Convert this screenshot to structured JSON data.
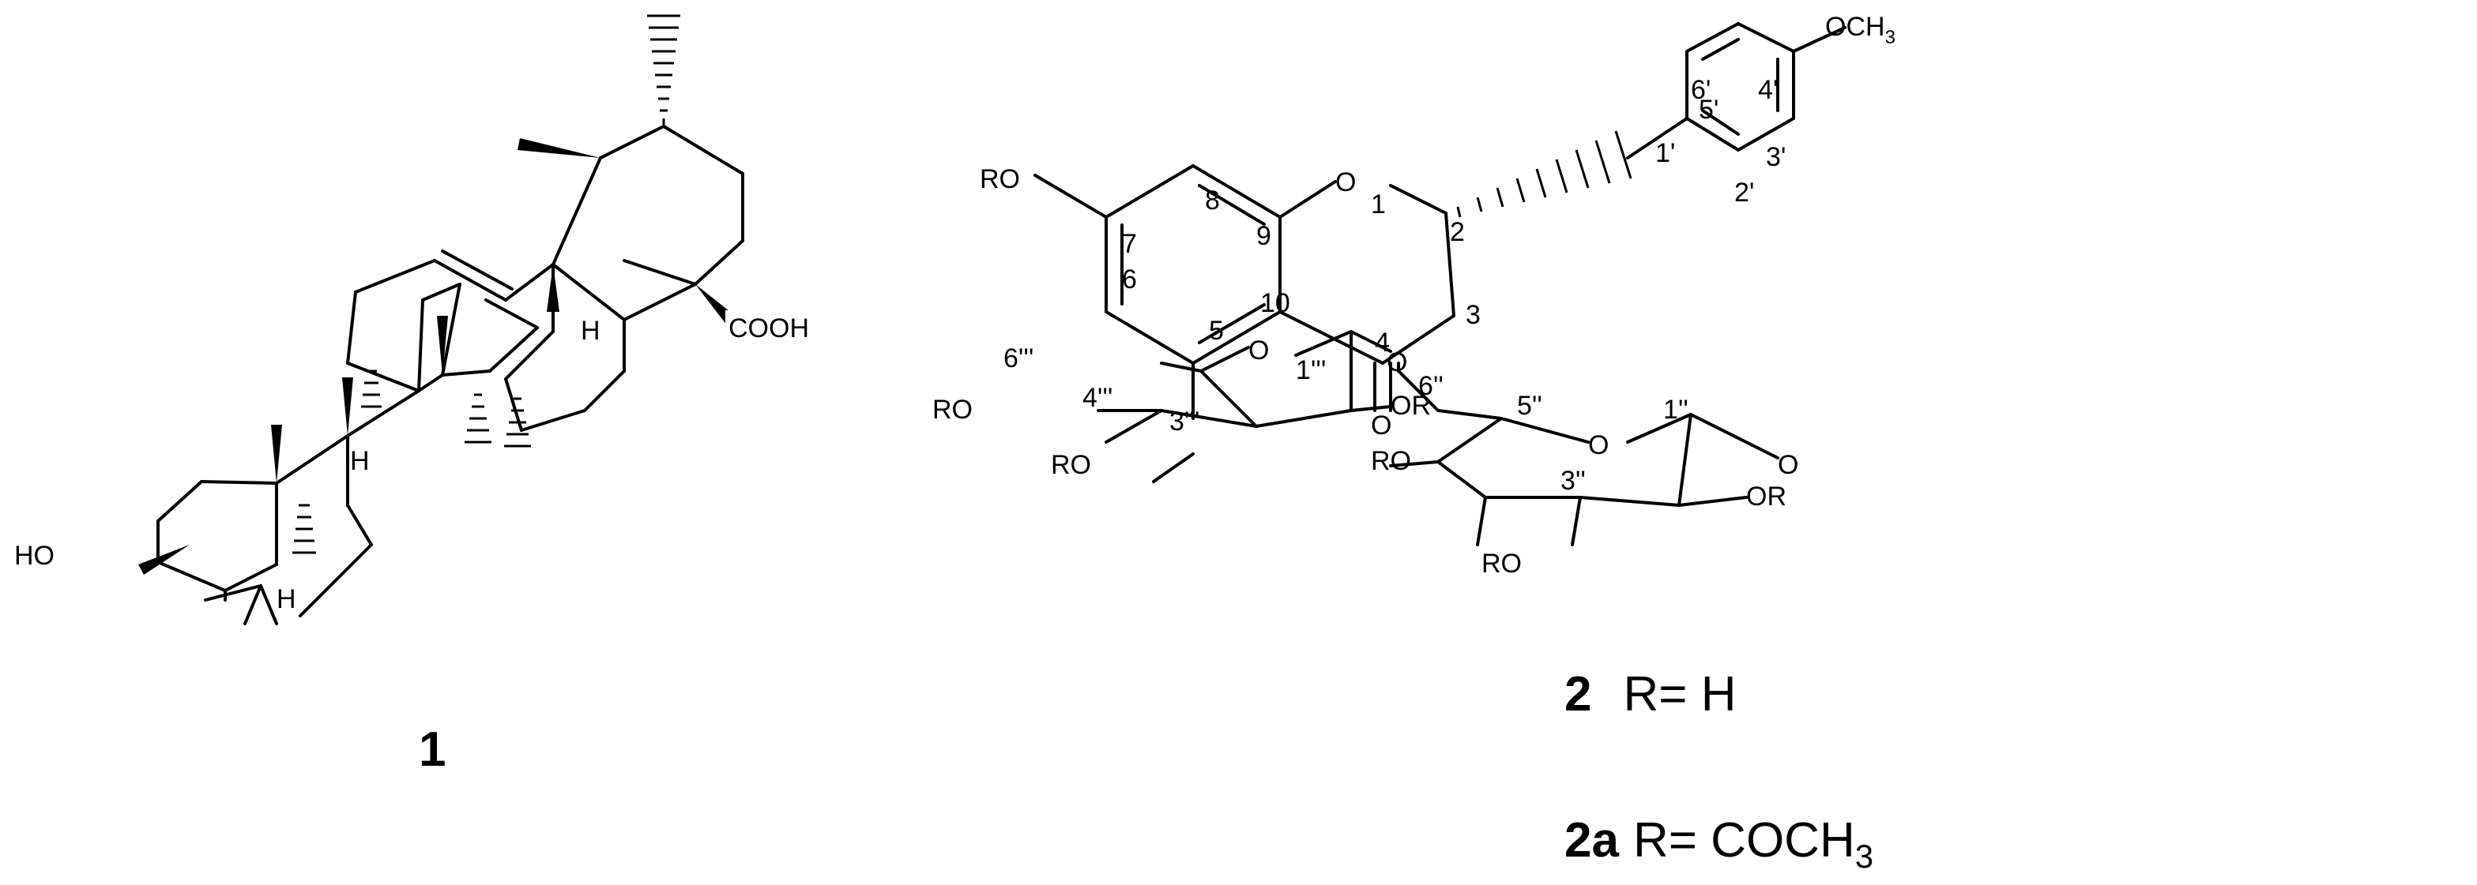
{
  "compound1": {
    "number": "1",
    "atoms": {
      "cooh": "COOH",
      "ho": "HO",
      "h1": "H",
      "h2": "H",
      "h3": "H"
    }
  },
  "compound2": {
    "number": "2",
    "r_equals": "R= H",
    "atoms": {
      "ro7": "RO",
      "o1": "O",
      "o4": "O",
      "ome": "OCH",
      "ome_sub": "3",
      "o_glc_ring": "O",
      "o_glc5": "O",
      "o_link": "O",
      "o_rha_ring": "O",
      "or_glc2": "OR",
      "ro_glc4": "RO",
      "ro_glc3": "RO",
      "or_rha2": "OR",
      "ro_rha4": "RO",
      "ro_rha3": "RO"
    },
    "locants": {
      "c1": "1",
      "c2": "2",
      "c3": "3",
      "c4": "4",
      "c5": "5",
      "c6": "6",
      "c7": "7",
      "c8": "8",
      "c9": "9",
      "c10": "10",
      "c1p": "1'",
      "c2p": "2'",
      "c3p": "3'",
      "c4p": "4'",
      "c5p": "5'",
      "c6p": "6'",
      "c1pp": "1''",
      "c3pp": "3''",
      "c5pp": "5''",
      "c6pp": "6''",
      "c1ppp": "1'''",
      "c3ppp": "3'''",
      "c4ppp": "4'''",
      "c6ppp": "6'''"
    }
  },
  "compound2a": {
    "number": "2a",
    "r_equals": "R= COCH",
    "r_sub": "3"
  }
}
